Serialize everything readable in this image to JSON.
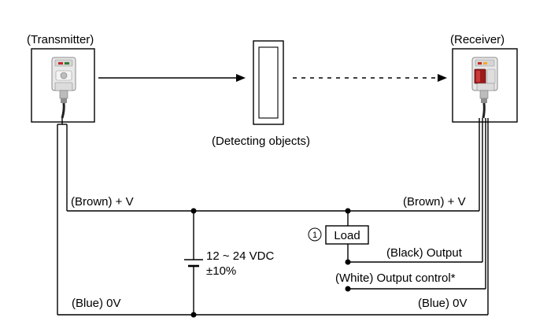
{
  "transmitter": {
    "label": "(Transmitter)"
  },
  "receiver": {
    "label": "(Receiver)"
  },
  "detecting_object": {
    "label": "(Detecting objects)"
  },
  "wiring": {
    "brown_left": "(Brown) + V",
    "brown_right": "(Brown) + V",
    "blue_left": "(Blue) 0V",
    "blue_right": "(Blue) 0V",
    "black_output": "(Black) Output",
    "white_output": "(White) Output control*"
  },
  "power_supply": {
    "voltage": "12 ~ 24 VDC",
    "tolerance": "±10%"
  },
  "load": {
    "number": "1",
    "label": "Load"
  },
  "colors": {
    "wire": "#000000",
    "sensor_body": "#e6e6e6",
    "receiver_lens": "#9c1b1b",
    "transmitter_indicator": "#c62828"
  },
  "icons": {
    "transmitter": "photoelectric-transmitter-icon",
    "receiver": "photoelectric-receiver-icon"
  }
}
